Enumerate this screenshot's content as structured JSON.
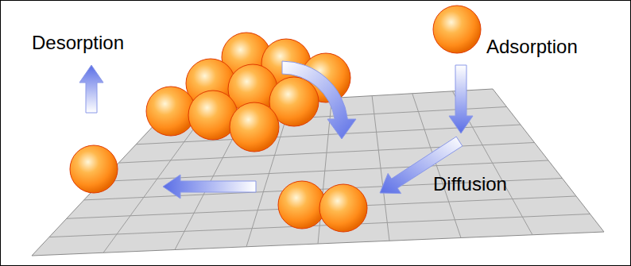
{
  "diagram": {
    "labels": [
      "Desorption",
      "Adsorption",
      "Diffusion"
    ]
  }
}
